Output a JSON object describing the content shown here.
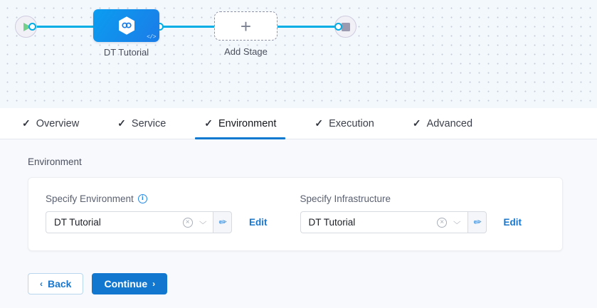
{
  "pipeline": {
    "start_node": {
      "name": "start-node",
      "icon": "play-icon"
    },
    "end_node": {
      "name": "end-node",
      "icon": "stop-icon"
    },
    "stage": {
      "label": "DT Tutorial",
      "icon": "hexagon-link-icon",
      "code_badge": "</>"
    },
    "add_stage": {
      "label": "Add Stage",
      "icon": "plus-icon"
    }
  },
  "tabs": [
    {
      "label": "Overview",
      "check": "✓",
      "active": false
    },
    {
      "label": "Service",
      "check": "✓",
      "active": false
    },
    {
      "label": "Environment",
      "check": "✓",
      "active": true
    },
    {
      "label": "Execution",
      "check": "✓",
      "active": false
    },
    {
      "label": "Advanced",
      "check": "✓",
      "active": false
    }
  ],
  "section": {
    "title": "Environment"
  },
  "fields": {
    "environment": {
      "label": "Specify Environment",
      "info_icon": "i",
      "value": "DT Tutorial",
      "clear_icon": "×",
      "chevron_icon": "⌵",
      "pin_icon": "✐",
      "edit_label": "Edit"
    },
    "infrastructure": {
      "label": "Specify Infrastructure",
      "value": "DT Tutorial",
      "clear_icon": "×",
      "chevron_icon": "⌵",
      "pin_icon": "✐",
      "edit_label": "Edit"
    }
  },
  "footer": {
    "back_label": "Back",
    "back_chevron": "‹",
    "continue_label": "Continue",
    "continue_chevron": "›"
  },
  "colors": {
    "accent_blue": "#1278cf",
    "edge_blue": "#00ade4",
    "tab_active": "#0b79d0",
    "stage_blue": "#1b7ce8",
    "play_green": "#72d08a"
  }
}
